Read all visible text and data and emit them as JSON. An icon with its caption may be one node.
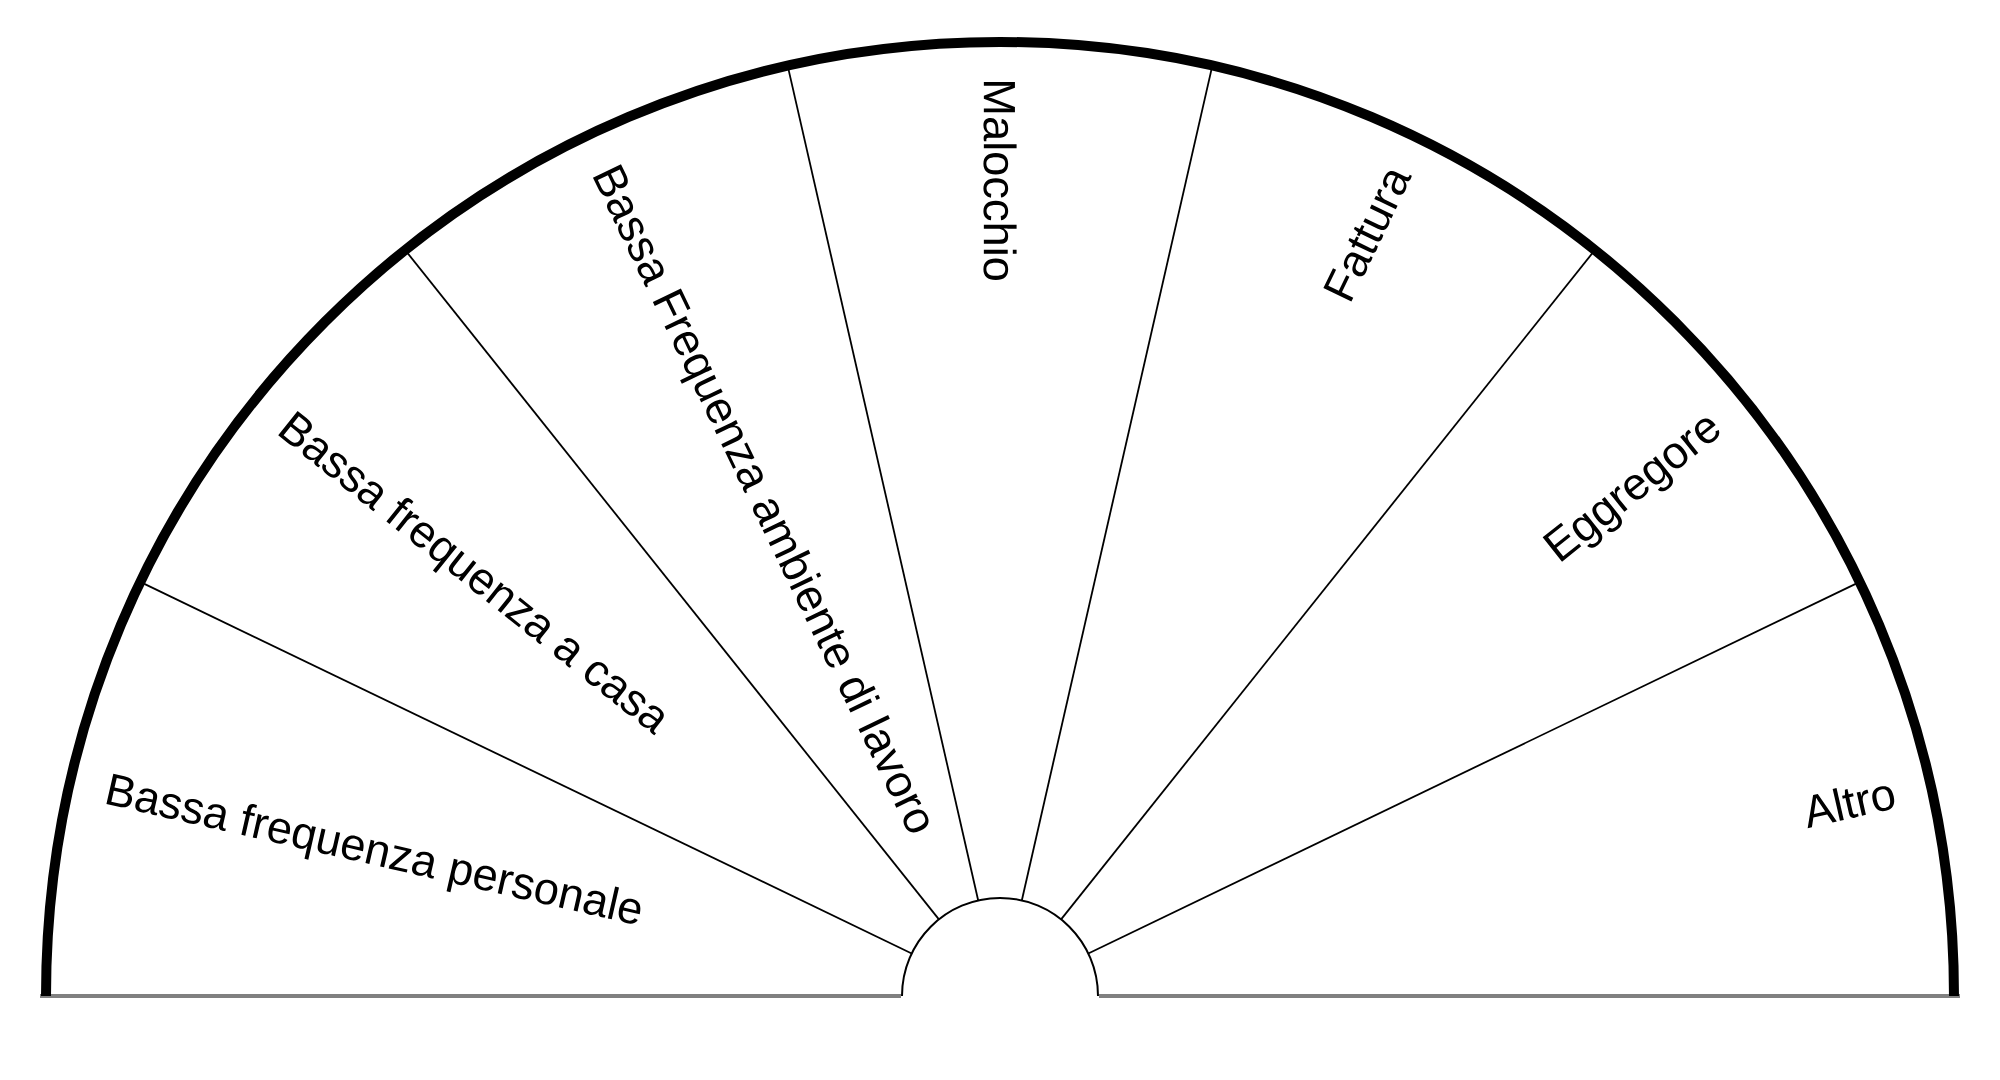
{
  "diagram": {
    "nodes": [
      {
        "text": [
          "Bassa frequenza personale"
        ]
      },
      {
        "text": [
          "Bassa frequenza a casa"
        ]
      },
      {
        "text": [
          "Bassa Frequenza ambiente di lavoro"
        ]
      },
      {
        "text": [
          "Malocchio"
        ]
      },
      {
        "text": [
          "Fattura"
        ]
      },
      {
        "text": [
          "Eggregore"
        ]
      },
      {
        "text": [
          "Altro"
        ]
      }
    ]
  }
}
